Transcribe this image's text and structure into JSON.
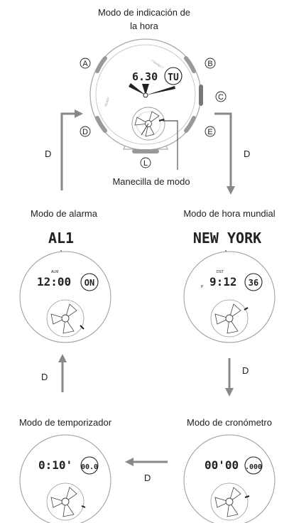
{
  "title": {
    "line1": "Modo de indicación de",
    "line2": "la hora"
  },
  "main_watch": {
    "time": "6.30",
    "day": "TU",
    "bezel_left": "READY",
    "bezel_top": "CONNECT",
    "buttons": {
      "a": "A",
      "b": "B",
      "c": "C",
      "d": "D",
      "e": "E",
      "l": "L"
    }
  },
  "mode_hand_label": "Manecilla de modo",
  "arrows": {
    "main_left": "D",
    "main_right": "D",
    "alarm_from_timer": "D",
    "world_to_stopwatch": "D",
    "stopwatch_to_timer": "D"
  },
  "modes": {
    "alarm": {
      "title": "Modo de alarma",
      "header": "AL1",
      "small_label": "ALM",
      "time": "12:00",
      "right": "ON"
    },
    "world_time": {
      "title": "Modo de hora mundial",
      "header": "NEW YORK",
      "small_label": "DST",
      "pm": "P",
      "time": "9:12",
      "right": "36"
    },
    "timer": {
      "title": "Modo de temporizador",
      "time": "0:10'",
      "right": "00.0"
    },
    "stopwatch": {
      "title": "Modo de cronómetro",
      "time": "00'00",
      "right": ".000"
    }
  },
  "colors": {
    "line": "#888888",
    "case": "#aaaaaa",
    "arrow": "#888888",
    "text": "#222222"
  }
}
